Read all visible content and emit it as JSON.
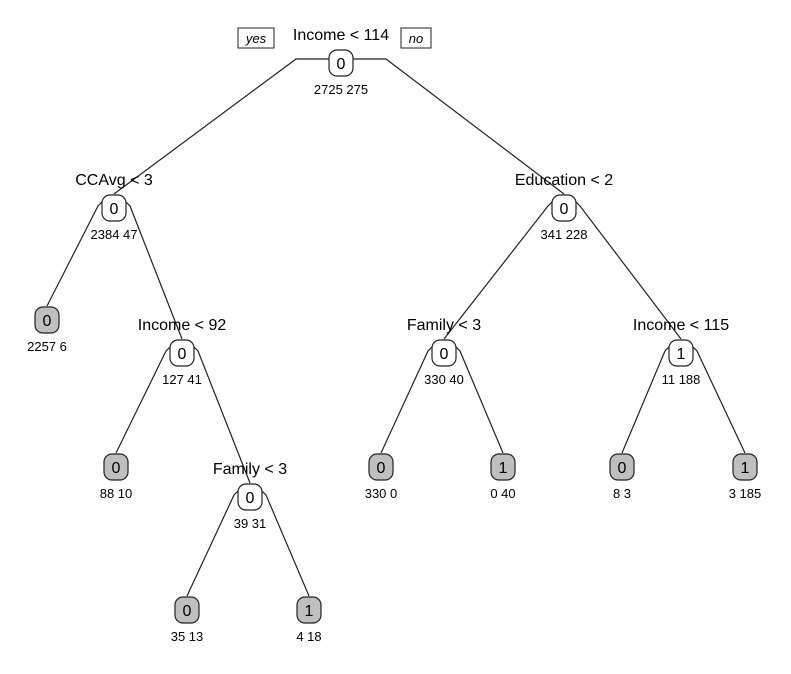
{
  "branch_labels": {
    "yes": "yes",
    "no": "no"
  },
  "colors": {
    "leaf_fill": "#bfbfbf",
    "internal_fill": "#ffffff",
    "line": "#222222"
  },
  "nodes": [
    {
      "id": "root",
      "type": "split",
      "class": "0",
      "counts": "2725  275",
      "split": "Income < 114"
    },
    {
      "id": "n2",
      "type": "split",
      "class": "0",
      "counts": "2384  47",
      "split": "CCAvg < 3"
    },
    {
      "id": "n3",
      "type": "split",
      "class": "0",
      "counts": "341  228",
      "split": "Education < 2"
    },
    {
      "id": "l4",
      "type": "leaf",
      "class": "0",
      "counts": "2257  6"
    },
    {
      "id": "n5",
      "type": "split",
      "class": "0",
      "counts": "127  41",
      "split": "Income < 92"
    },
    {
      "id": "l10",
      "type": "leaf",
      "class": "0",
      "counts": "88  10"
    },
    {
      "id": "n11",
      "type": "split",
      "class": "0",
      "counts": "39  31",
      "split": "Family < 3"
    },
    {
      "id": "l22",
      "type": "leaf",
      "class": "0",
      "counts": "35  13"
    },
    {
      "id": "l23",
      "type": "leaf",
      "class": "1",
      "counts": "4  18"
    },
    {
      "id": "n6",
      "type": "split",
      "class": "0",
      "counts": "330  40",
      "split": "Family < 3"
    },
    {
      "id": "l12",
      "type": "leaf",
      "class": "0",
      "counts": "330  0"
    },
    {
      "id": "l13",
      "type": "leaf",
      "class": "1",
      "counts": "0  40"
    },
    {
      "id": "n7",
      "type": "split",
      "class": "1",
      "counts": "11  188",
      "split": "Income < 115"
    },
    {
      "id": "l14",
      "type": "leaf",
      "class": "0",
      "counts": "8  3"
    },
    {
      "id": "l15",
      "type": "leaf",
      "class": "1",
      "counts": "3  185"
    }
  ],
  "edges": [
    [
      "root",
      "n2"
    ],
    [
      "root",
      "n3"
    ],
    [
      "n2",
      "l4"
    ],
    [
      "n2",
      "n5"
    ],
    [
      "n5",
      "l10"
    ],
    [
      "n5",
      "n11"
    ],
    [
      "n11",
      "l22"
    ],
    [
      "n11",
      "l23"
    ],
    [
      "n3",
      "n6"
    ],
    [
      "n3",
      "n7"
    ],
    [
      "n6",
      "l12"
    ],
    [
      "n6",
      "l13"
    ],
    [
      "n7",
      "l14"
    ],
    [
      "n7",
      "l15"
    ]
  ]
}
